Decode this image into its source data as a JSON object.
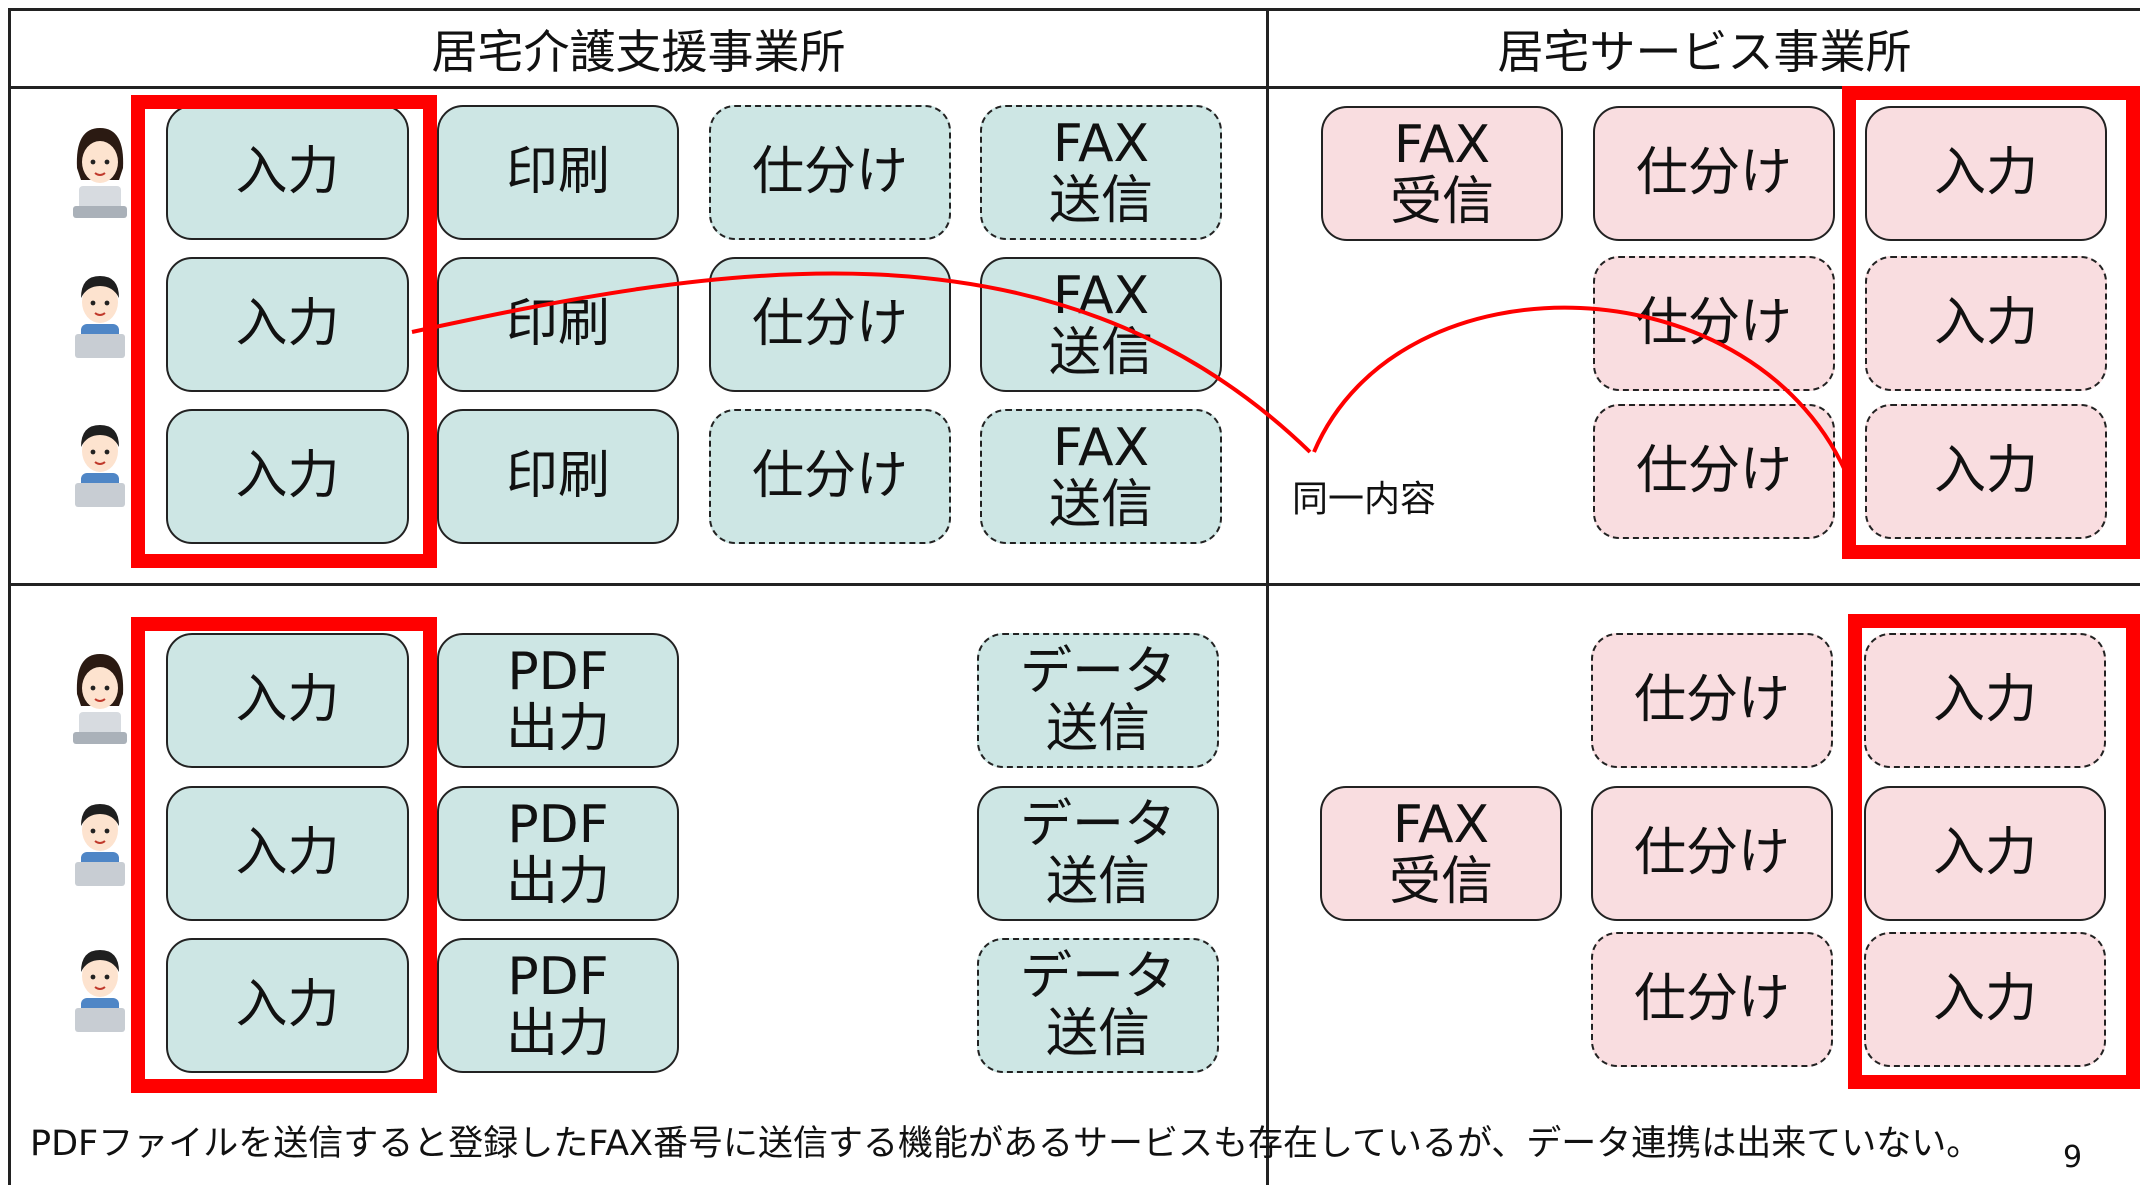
{
  "headers": {
    "left": "居宅介護支援事業所",
    "right": "居宅サービス事業所"
  },
  "colors": {
    "teal_box": "#cde6e4",
    "pink_box": "#f9dde0",
    "highlight_red": "#ff0000",
    "border": "#222222"
  },
  "top_left_rows": [
    {
      "input": "入力",
      "print": "印刷",
      "sort": "仕分け",
      "fax": "FAX\n送信"
    },
    {
      "input": "入力",
      "print": "印刷",
      "sort": "仕分け",
      "fax": "FAX\n送信"
    },
    {
      "input": "入力",
      "print": "印刷",
      "sort": "仕分け",
      "fax": "FAX\n送信"
    }
  ],
  "top_right": {
    "fax_receive": "FAX\n受信",
    "sort": [
      "仕分け",
      "仕分け",
      "仕分け"
    ],
    "input": [
      "入力",
      "入力",
      "入力"
    ],
    "same_content_label": "同一内容"
  },
  "bottom_left_rows": [
    {
      "input": "入力",
      "pdf": "PDF\n出力",
      "data": "データ\n送信"
    },
    {
      "input": "入力",
      "pdf": "PDF\n出力",
      "data": "データ\n送信"
    },
    {
      "input": "入力",
      "pdf": "PDF\n出力",
      "data": "データ\n送信"
    }
  ],
  "bottom_right": {
    "fax_receive": "FAX\n受信",
    "sort": [
      "仕分け",
      "仕分け",
      "仕分け"
    ],
    "input": [
      "入力",
      "入力",
      "入力"
    ]
  },
  "footer_note": "PDFファイルを送信すると登録したFAX番号に送信する機能があるサービスも存在しているが、データ連携は出来ていない。",
  "page_number": "9",
  "icons": {
    "person_female": "woman-at-laptop-icon",
    "person_male": "man-at-laptop-icon"
  }
}
